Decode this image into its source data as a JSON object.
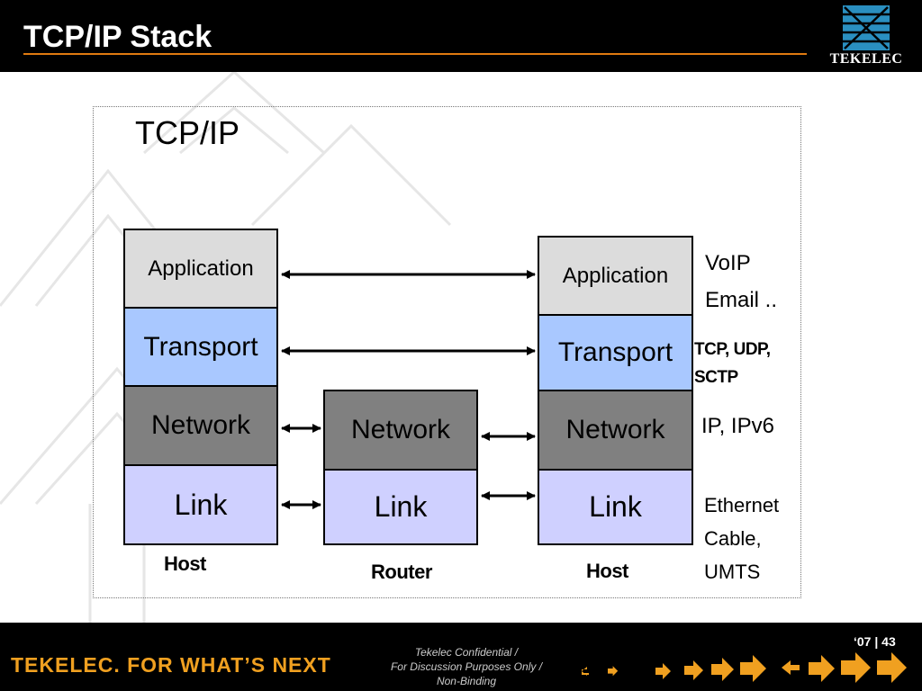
{
  "header": {
    "title": "TCP/IP Stack",
    "logo_text": "TEKELEC"
  },
  "diagram": {
    "heading": "TCP/IP",
    "stacks": [
      {
        "id": "host-left",
        "caption": "Host",
        "layers": [
          "Application",
          "Transport",
          "Network",
          "Link"
        ]
      },
      {
        "id": "router",
        "caption": "Router",
        "layers": [
          "Network",
          "Link"
        ]
      },
      {
        "id": "host-right",
        "caption": "Host",
        "layers": [
          "Application",
          "Transport",
          "Network",
          "Link"
        ]
      }
    ],
    "protocol_notes": {
      "application": [
        "VoIP",
        "Email .."
      ],
      "transport": [
        "TCP, UDP,",
        "SCTP"
      ],
      "network": [
        "IP, IPv6"
      ],
      "link": [
        "Ethernet",
        "Cable,",
        "UMTS"
      ]
    }
  },
  "footer": {
    "slogan": "TEKELEC. FOR WHAT’S NEXT",
    "confidential": [
      "Tekelec Confidential /",
      "For Discussion Purposes Only /",
      "Non-Binding"
    ],
    "page": "‘07 | 43"
  },
  "colors": {
    "application": "#dcdcdc",
    "transport": "#a9c8ff",
    "network": "#808080",
    "link": "#cfd0ff",
    "accent": "#e07a10",
    "logo": "#2a8fc0"
  }
}
